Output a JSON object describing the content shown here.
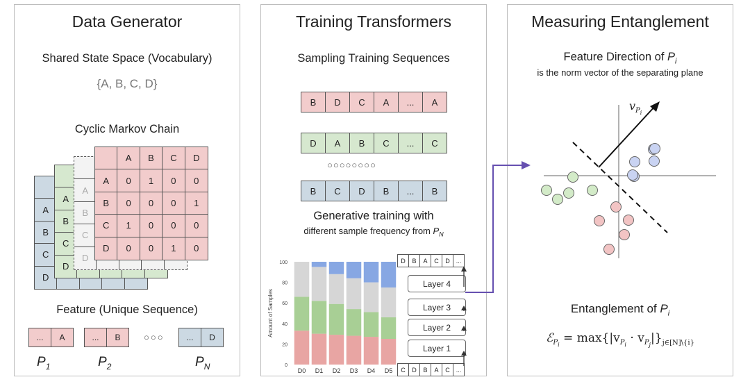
{
  "panel1": {
    "title": "Data Generator",
    "vocab_title": "Shared State Space (Vocabulary)",
    "vocab_items": "{A, B, C, D}",
    "chain_title": "Cyclic Markov Chain",
    "matrix_header": [
      "",
      "A",
      "B",
      "C",
      "D"
    ],
    "matrix_rows": [
      [
        "A",
        "0",
        "1",
        "0",
        "0"
      ],
      [
        "B",
        "0",
        "0",
        "0",
        "1"
      ],
      [
        "C",
        "1",
        "0",
        "0",
        "0"
      ],
      [
        "D",
        "0",
        "0",
        "1",
        "0"
      ]
    ],
    "feature_title": "Feature (Unique Sequence)",
    "features": [
      {
        "cells": [
          "...",
          "A"
        ],
        "label": "P",
        "sub": "1"
      },
      {
        "cells": [
          "...",
          "B"
        ],
        "label": "P",
        "sub": "2"
      },
      {
        "cells": [
          "...",
          "D"
        ],
        "label": "P",
        "sub": "N"
      }
    ],
    "dots": "○○○"
  },
  "panel2": {
    "title": "Training Transformers",
    "sampling_title": "Sampling Training Sequences",
    "sequences": [
      [
        "B",
        "D",
        "C",
        "A",
        "...",
        "A"
      ],
      [
        "D",
        "A",
        "B",
        "C",
        "...",
        "C"
      ],
      [
        "B",
        "C",
        "D",
        "B",
        "...",
        "B"
      ]
    ],
    "seq_dots": "○○○○○○○○",
    "gen_title": "Generative training with",
    "gen_sub_prefix": "different sample frequency from ",
    "gen_sub_var": "P",
    "gen_sub_sub": "N",
    "output_tokens": [
      "D",
      "B",
      "A",
      "C",
      "D",
      "..."
    ],
    "input_tokens": [
      "C",
      "D",
      "B",
      "A",
      "C",
      "..."
    ],
    "layers": [
      "Layer 4",
      "Layer 3",
      "Layer 2",
      "Layer 1"
    ]
  },
  "panel3": {
    "title": "Measuring Entanglement",
    "feature_dir_prefix": "Feature Direction of ",
    "feature_dir_var": "P",
    "feature_dir_sub": "i",
    "feature_dir_sub_text": "is the norm vector of the separating plane",
    "vector_label": "v",
    "vector_sub": "P",
    "vector_subsub": "i",
    "entanglement_prefix": "Entanglement of ",
    "entanglement_var": "P",
    "entanglement_sub": "i",
    "formula_lhs": "ℰ",
    "formula_text": " = max{|v",
    "formula_mid": " · v",
    "formula_end": "|}",
    "formula_sub": "j∈[N]\\{i}"
  },
  "chart_data": {
    "type": "bar",
    "stacked": true,
    "categories": [
      "D0",
      "D1",
      "D2",
      "D3",
      "D4",
      "D5"
    ],
    "ylabel": "Amount of Samples",
    "ylim": [
      0,
      100
    ],
    "yticks": [
      0,
      20,
      40,
      60,
      80,
      100
    ],
    "series": [
      {
        "color": "#e8a5a3",
        "values": [
          33,
          30,
          29,
          28,
          27,
          25
        ]
      },
      {
        "color": "#a8cf95",
        "values": [
          33,
          32,
          30,
          26,
          24,
          21
        ]
      },
      {
        "color": "#d6d6d6",
        "values": [
          34,
          33,
          29,
          30,
          29,
          29
        ]
      },
      {
        "color": "#87a7e3",
        "values": [
          0,
          5,
          12,
          16,
          20,
          25
        ]
      }
    ]
  },
  "colors": {
    "pink": "#f2cccc",
    "green": "#d6e8cf",
    "blue_gray": "#ccd9e3",
    "arrow_purple": "#6650b0",
    "blue_dot": "#c9d3f2",
    "green_dot": "#d3ebc8",
    "pink_dot": "#f2c4c4"
  }
}
